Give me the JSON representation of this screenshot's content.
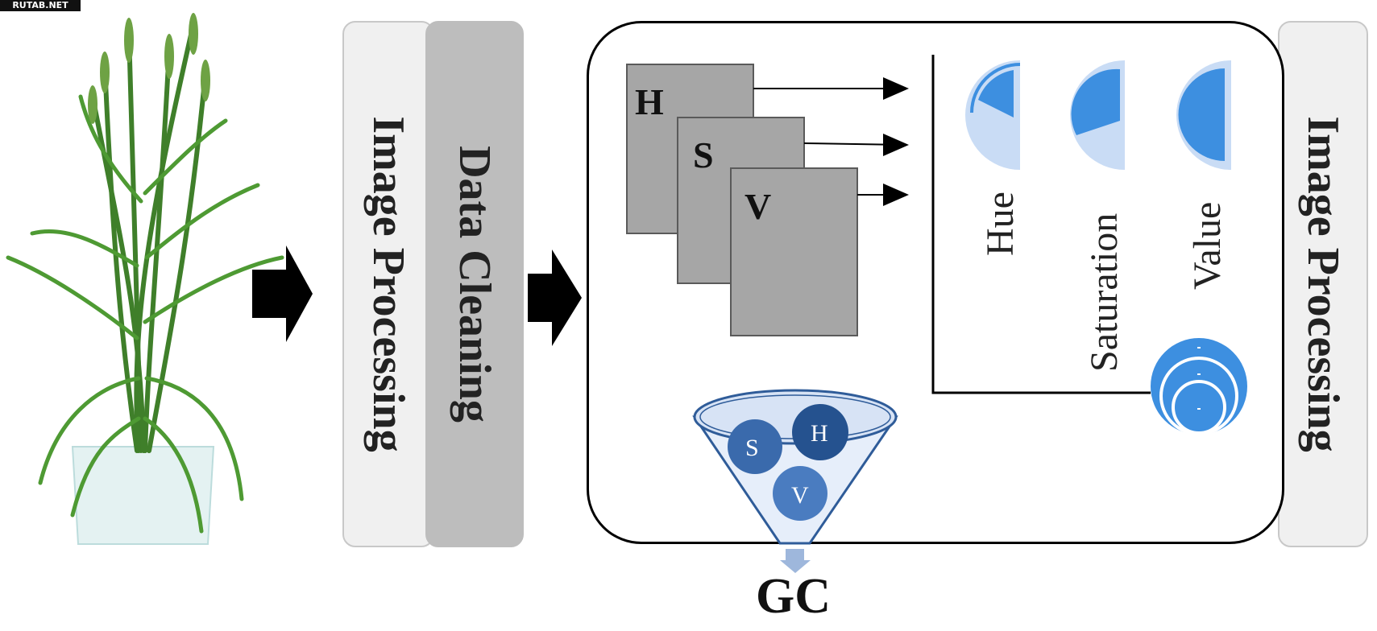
{
  "watermark": "RUTAB.NET",
  "steps": {
    "image_processing_1": "Image Processing",
    "data_cleaning": "Data Cleaning",
    "image_processing_2": "Image Processing"
  },
  "channels": {
    "h": "H",
    "s": "S",
    "v": "V"
  },
  "components": {
    "hue": "Hue",
    "saturation": "Saturation",
    "value": "Value"
  },
  "funnel": {
    "s": "S",
    "h": "H",
    "v": "V"
  },
  "output": "GC",
  "colors": {
    "accent": "#3d8fe0",
    "accent_light": "#c9dcf5",
    "channel_gray": "#a6a6a6",
    "funnel_blue": "#2f5c99"
  }
}
